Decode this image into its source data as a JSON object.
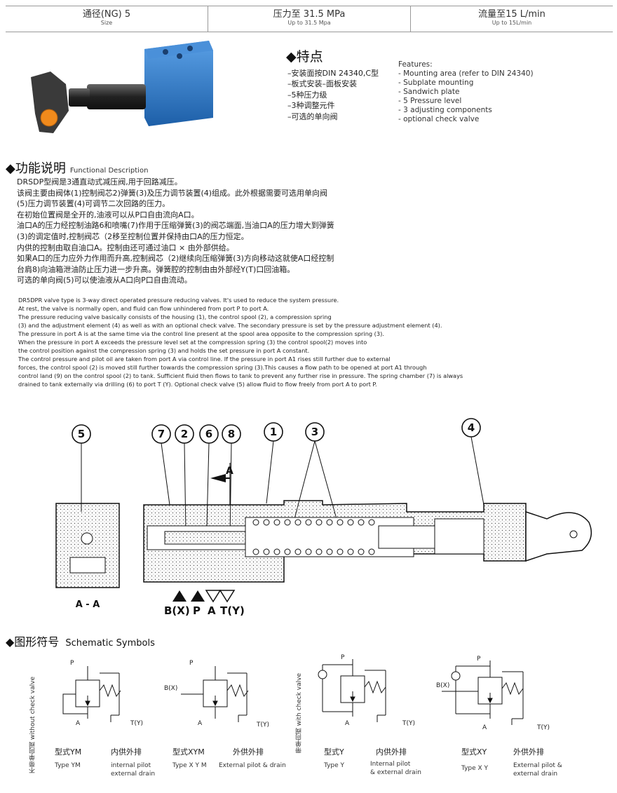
{
  "header": {
    "size_cn": "通径(NG) 5",
    "size_en": "Size",
    "pressure_cn": "压力至 31.5 MPa",
    "pressure_en": "Up to 31.5 Mpa",
    "flow_cn": "流量至15 L/min",
    "flow_en": "Up to 15L/min"
  },
  "features": {
    "title": "◆特点",
    "cn": [
      "–安装面按DIN 24340,C型",
      "–板式安装–面板安装",
      "–5种压力级",
      "–3种调整元件",
      "–可选的单向阀"
    ],
    "en_title": "Features:",
    "en": [
      "- Mounting area (refer to DIN 24340)",
      "- Subplate mounting",
      "- Sandwich plate",
      "- 5 Pressure level",
      "- 3 adjusting components",
      "- optional check valve"
    ]
  },
  "function": {
    "title": "◆功能说明",
    "title_en": "Functional Description",
    "cn": [
      "DRSDP型阀是3通直动式减压阀,用于回路减压。",
      "该阀主要由阀体(1)控制阀芯2)弹簧(3)及压力调节装置(4)组成。此外根据需要可选用单向阀",
      "(5)压力调节装置(4)可调节二次回路的压力。",
      "在初始位置阀是全开的,油液可以从P口自由流向A口。",
      "油口A的压力经控制油路6和喷嘴(7)作用于压缩弹簧(3)的阀芯端面,当油口A的压力增大到弹簧",
      "(3)的调定值时,控制阀芯（2移至控制位置并保持由口A的压力恒定。",
      "内供的控制由取自油口A。控制由还可通过油口 × 由外部供给。",
      "如果A口的压力应外力作用而升高,控制阀芯（2)继续向压缩弹簧(3)方向移动这就使A口经控制",
      "台肩8)向油箱泄油防止压力进一步升高。弹簧腔的控制由由外部经Y(T)口回油箱。",
      "可选的单向阀(5)可以使油液从A口向P口自由流动。"
    ],
    "en": [
      " DR5DPR valve type is 3-way direct operated pressure reducing valves. It's used to reduce the system pressure.",
      " At rest, the valve is normally open, and fluid can flow unhindered from port P to port A.",
      "The pressure reducing valve basically consists of the housing (1), the control spool (2), a compression spring",
      "(3) and the adjustment element (4) as well as with an optional check valve. The secondary pressure is set by the pressure adjustment element (4).",
      "The pressure in port A is at the same time via the control line present at the spool area opposite to the compression spring (3).",
      "When the pressure in port A exceeds the pressure level set at the compression spring (3) the control spool(2) moves into",
      "the control position against the compression spring (3) and holds the set pressure in port A constant.",
      " The control pressure and pilot oil are taken from port A via control line. If the pressure in port A1 rises still further due to external",
      " forces, the control spool (2) is moved still further towards the compression spring (3).This causes a flow path to be opened at port A1 through",
      " control land (9) on the control spool (2) to tank. Sufficient fluid then flows to tank to prevent any further rise in pressure. The spring chamber (7) is always",
      " drained to tank externally via drilling (6) to port T (Y).              Optional check valve (5) allow fluid to flow freely from port A to port P."
    ]
  },
  "drawing": {
    "callouts": [
      "5",
      "7",
      "2",
      "6",
      "8",
      "1",
      "3",
      "4"
    ],
    "port_a_arrow": "A",
    "section_label": "A - A",
    "ports": [
      "B(X)",
      "P",
      "A",
      "T(Y)"
    ]
  },
  "schematic": {
    "title": "◆图形符号",
    "title_en": "Schematic Symbols",
    "without_check_cn": "不带单向阀",
    "without_check_en": "without check valve",
    "with_check_cn": "带单向阀",
    "with_check_en": "with check valve",
    "port_p": "P",
    "port_a": "A",
    "port_t": "T(Y)",
    "port_b": "B(X)",
    "types": [
      {
        "name_cn": "型式YM",
        "name_en": "Type YM",
        "desc_cn": "内供外排",
        "desc_en": [
          "internal pilot",
          "external drain"
        ]
      },
      {
        "name_cn": "型式XYM",
        "name_en": "Type X Y M",
        "desc_cn": "外供外排",
        "desc_en": [
          "External pilot & drain"
        ]
      },
      {
        "name_cn": "型式Y",
        "name_en": "Type Y",
        "desc_cn": "内供外排",
        "desc_en": [
          "Internal pilot",
          "& external drain"
        ]
      },
      {
        "name_cn": "型式XY",
        "name_en": "Type X Y",
        "desc_cn": "外供外排",
        "desc_en": [
          "External pilot &",
          "external drain"
        ]
      }
    ]
  },
  "colors": {
    "valve_blue": "#2f78c4",
    "knob": "#333333",
    "orange": "#f08a1c"
  }
}
